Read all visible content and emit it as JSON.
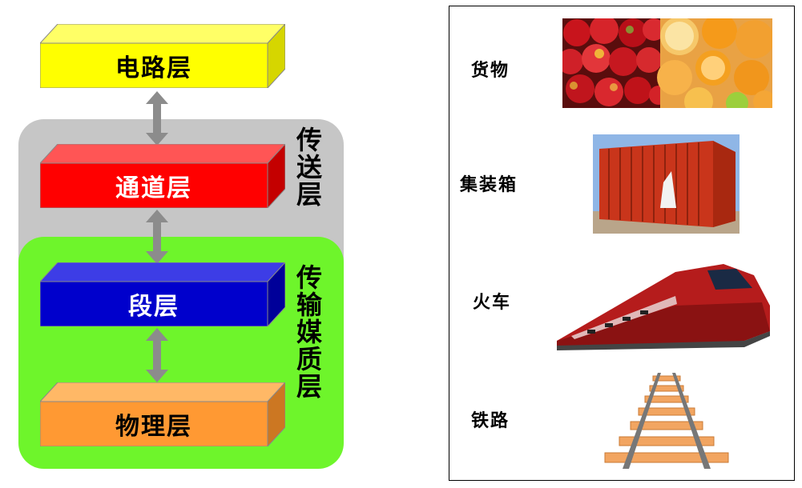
{
  "layers": {
    "circuit": {
      "label": "电路层",
      "front": "#ffff00",
      "top": "#ffff66",
      "side": "#d6d600",
      "text": "#000000"
    },
    "path": {
      "label": "通道层",
      "front": "#ff0000",
      "top": "#ff5555",
      "side": "#c40000",
      "text": "#ffffff"
    },
    "section": {
      "label": "段层",
      "front": "#0000cc",
      "top": "#3d3de6",
      "side": "#000099",
      "text": "#ffffff"
    },
    "physical": {
      "label": "物理层",
      "front": "#ff9933",
      "top": "#ffb866",
      "side": "#cc7722",
      "text": "#000000"
    }
  },
  "groups": {
    "transmission": {
      "label": "传送层",
      "color": "#c6c6c6"
    },
    "media": {
      "label": "传输媒质层",
      "color": "#6ef52b"
    }
  },
  "arrow_color": "#8c8c8c",
  "analogy": {
    "goods": "货物",
    "container": "集装箱",
    "train": "火车",
    "railway": "铁路"
  }
}
